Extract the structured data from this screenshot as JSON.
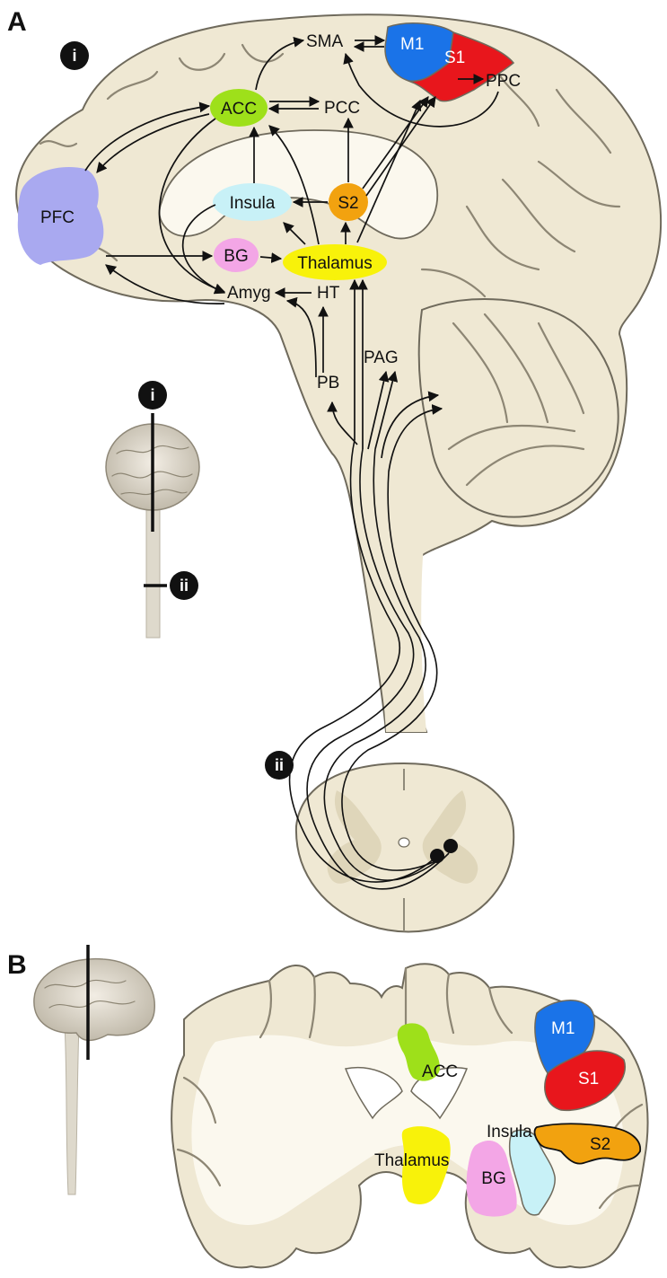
{
  "panels": {
    "a": {
      "letter": "A"
    },
    "b": {
      "letter": "B"
    }
  },
  "badges": {
    "i": "i",
    "ii": "ii"
  },
  "regions": {
    "sma": "SMA",
    "m1": "M1",
    "s1": "S1",
    "ppc": "PPC",
    "acc": "ACC",
    "pcc": "PCC",
    "pfc": "PFC",
    "insula": "Insula",
    "s2": "S2",
    "bg": "BG",
    "thalamus": "Thalamus",
    "amyg": "Amyg",
    "ht": "HT",
    "pag": "PAG",
    "pb": "PB"
  },
  "colors": {
    "m1": "#1a73e8",
    "s1": "#e8161c",
    "acc": "#9ee01a",
    "pfc": "#a9a9f0",
    "insula": "#c8f1f7",
    "s2": "#f2a20f",
    "bg": "#f3a6e6",
    "thalamus": "#f8f20a",
    "tissue": "#efe8d3"
  }
}
